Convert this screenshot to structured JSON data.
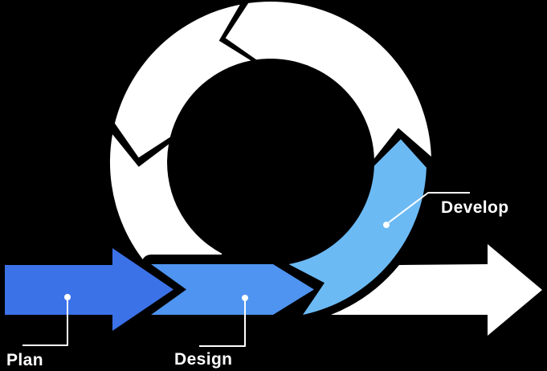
{
  "diagram": {
    "type": "iterative-process-loop",
    "steps": [
      {
        "id": "plan",
        "label": "Plan"
      },
      {
        "id": "design",
        "label": "Design"
      },
      {
        "id": "develop",
        "label": "Develop"
      }
    ],
    "colors": {
      "background": "#000000",
      "plan_arrow": "#3C72E8",
      "design_arrow": "#4E94F0",
      "develop_arrow": "#6CBAF4",
      "loop_ring": "#FFFFFF",
      "exit_arrow": "#FFFFFF",
      "leader_line": "#FFFFFF",
      "label_text": "#FFFFFF"
    }
  }
}
